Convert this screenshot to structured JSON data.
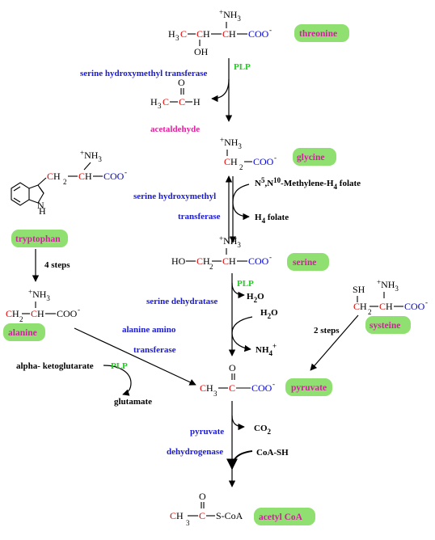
{
  "badges": {
    "threonine": "threonine",
    "glycine": "glycine",
    "serine": "serine",
    "tryptophan": "tryptophan",
    "alanine": "alanine",
    "systeine": "systeine",
    "pyruvate": "pyruvate",
    "acetyl_coa": "acetyl CoA"
  },
  "enzymes": {
    "serine_hmt_1": "serine hydroxymethyl transferase",
    "serine_hmt_2a": "serine hydroxymethyl",
    "serine_hmt_2b": "transferase",
    "serine_dehydratase": "serine dehydratase",
    "alanine_amino": "alanine amino",
    "alanine_transferase": "transferase",
    "pyruvate_dh_a": "pyruvate",
    "pyruvate_dh_b": "dehydrogenase"
  },
  "cofactors": {
    "plp": "PLP"
  },
  "labels": {
    "acetaldehyde": "acetaldehyde",
    "methylene_folate": "N5,N10-Methylene-H4 folate",
    "h4_folate": "H4 folate",
    "water1": "H2O",
    "water2": "H2O",
    "ammonium": "NH4+",
    "co2": "CO2",
    "coa_sh": "CoA-SH",
    "alpha_ketoglutarate": "alpha- ketoglutarate",
    "glutamate": "glutamate",
    "steps_4": "4 steps",
    "steps_2": "2 steps"
  }
}
